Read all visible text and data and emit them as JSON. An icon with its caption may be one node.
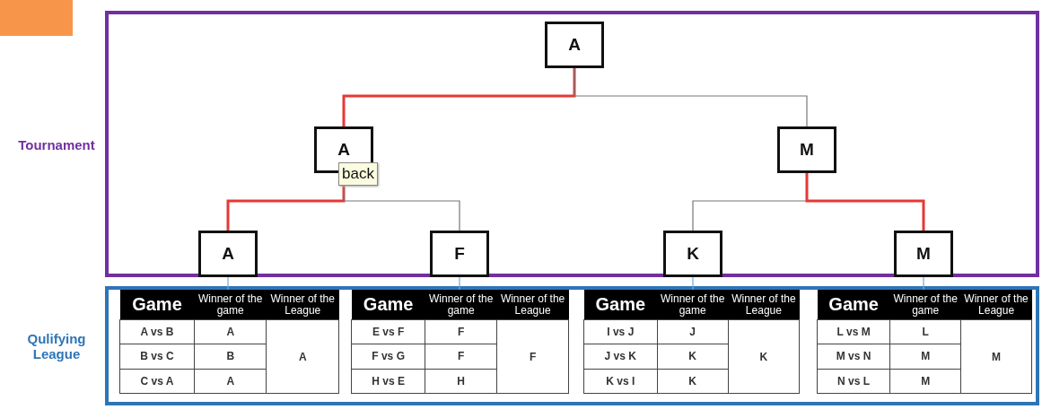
{
  "diagram": {
    "nodes": [
      {
        "text": [
          "Tournament"
        ]
      },
      {
        "text": [
          "A"
        ],
        "in": 0
      },
      {
        "text": [
          "A"
        ],
        "in": 0
      },
      {
        "text": [
          "M"
        ],
        "in": 0
      },
      {
        "text": [
          "A"
        ],
        "in": 0
      },
      {
        "text": [
          "F"
        ],
        "in": 0
      },
      {
        "text": [
          "K"
        ],
        "in": 0
      },
      {
        "text": [
          "M"
        ],
        "in": 0
      },
      {
        "text": [
          "Qulifying League"
        ]
      },
      {
        "text": [
          "Game",
          "Winner of the game",
          "Winner of the League",
          "A vs B",
          "A",
          "A",
          "B vs C",
          "B",
          "C vs A",
          "A"
        ],
        "in": 8
      },
      {
        "text": [
          "Game",
          "Winner of the game",
          "Winner of the League",
          "E vs F",
          "F",
          "F",
          "F vs G",
          "F",
          "H vs E",
          "H"
        ],
        "in": 8
      },
      {
        "text": [
          "Game",
          "Winner of the game",
          "Winner of the League",
          "I vs J",
          "J",
          "K",
          "J vs K",
          "K",
          "K vs I",
          "K"
        ],
        "in": 8
      },
      {
        "text": [
          "Game",
          "Winner of the game",
          "Winner of the League",
          "L vs M",
          "L",
          "M",
          "M vs N",
          "M",
          "N vs L",
          "M"
        ],
        "in": 8
      }
    ],
    "edges": [
      {
        "from": 1,
        "to": 2,
        "arrow": "none",
        "style": "thick",
        "color": "#e53935"
      },
      {
        "from": 1,
        "to": 3,
        "arrow": "none",
        "color": "#777777"
      },
      {
        "from": 2,
        "to": 4,
        "arrow": "none",
        "style": "thick",
        "color": "#e53935"
      },
      {
        "from": 2,
        "to": 5,
        "arrow": "none",
        "color": "#777777"
      },
      {
        "from": 3,
        "to": 6,
        "arrow": "none",
        "color": "#777777"
      },
      {
        "from": 3,
        "to": 7,
        "arrow": "none",
        "style": "thick",
        "color": "#e53935"
      },
      {
        "from": 4,
        "to": 9,
        "arrow": "none",
        "color": "#6fa8dc"
      },
      {
        "from": 5,
        "to": 10,
        "arrow": "none",
        "color": "#6fa8dc"
      },
      {
        "from": 6,
        "to": 11,
        "arrow": "none",
        "color": "#6fa8dc"
      },
      {
        "from": 7,
        "to": 12,
        "arrow": "none",
        "color": "#6fa8dc"
      }
    ],
    "labels": [
      "back"
    ]
  }
}
